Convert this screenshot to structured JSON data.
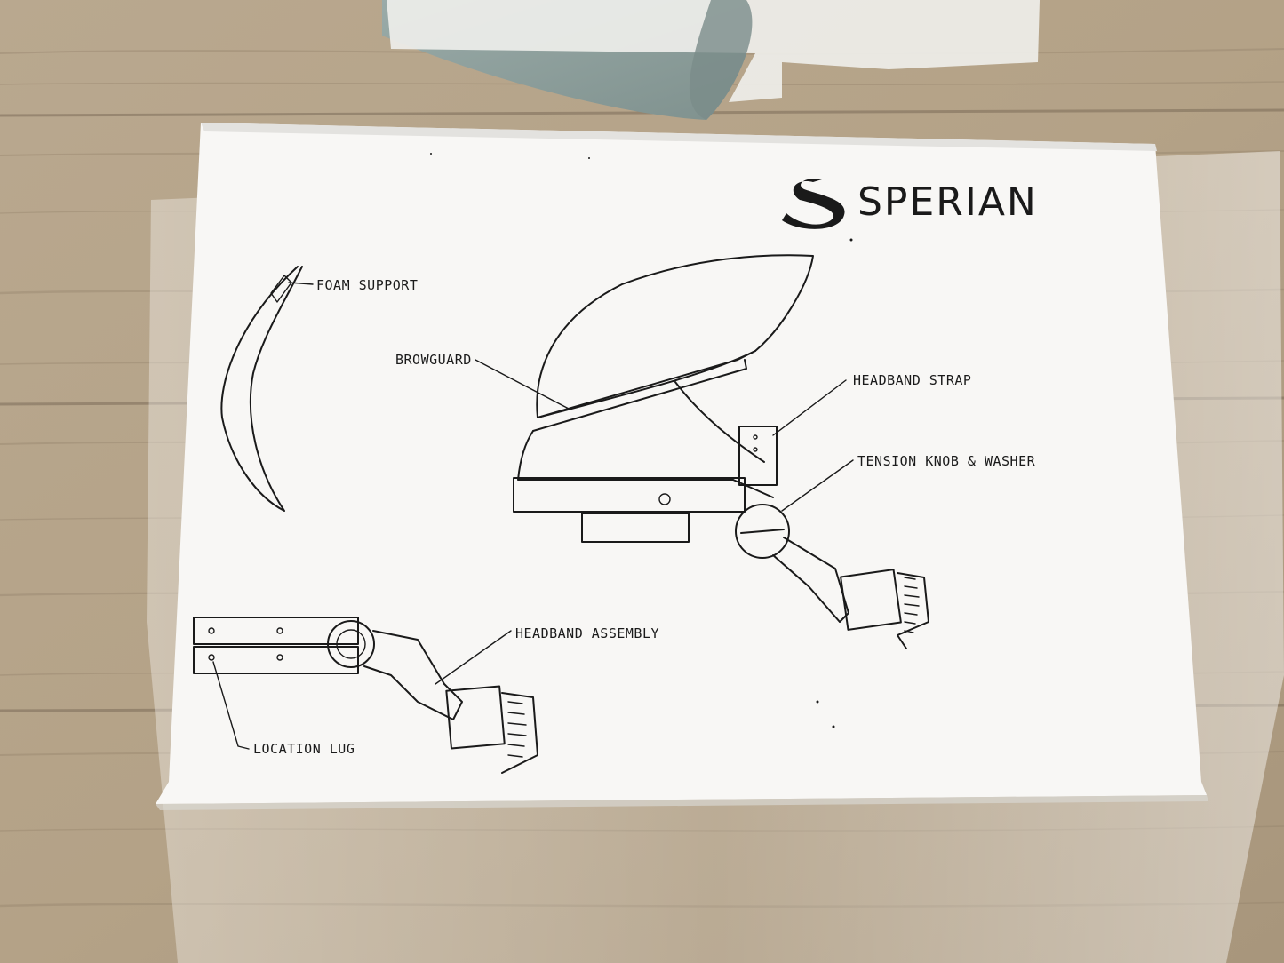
{
  "brand": {
    "name": "SPERIAN",
    "logo_icon": "sperian-s-logo-icon"
  },
  "diagram": {
    "labels": {
      "foam_support": "FOAM SUPPORT",
      "browguard": "BROWGUARD",
      "headband_strap": "HEADBAND STRAP",
      "tension_knob": "TENSION KNOB & WASHER",
      "headband_assembly": "HEADBAND ASSEMBLY",
      "location_lug": "LOCATION LUG"
    }
  },
  "colors": {
    "wood_base": "#b7a58d",
    "wood_grain_dark": "#8f7e68",
    "paper": "#f8f7f5",
    "plastic_sheen": "#e9eef2",
    "grey_pad": "#8a9b99",
    "ink": "#1a1a1a"
  }
}
